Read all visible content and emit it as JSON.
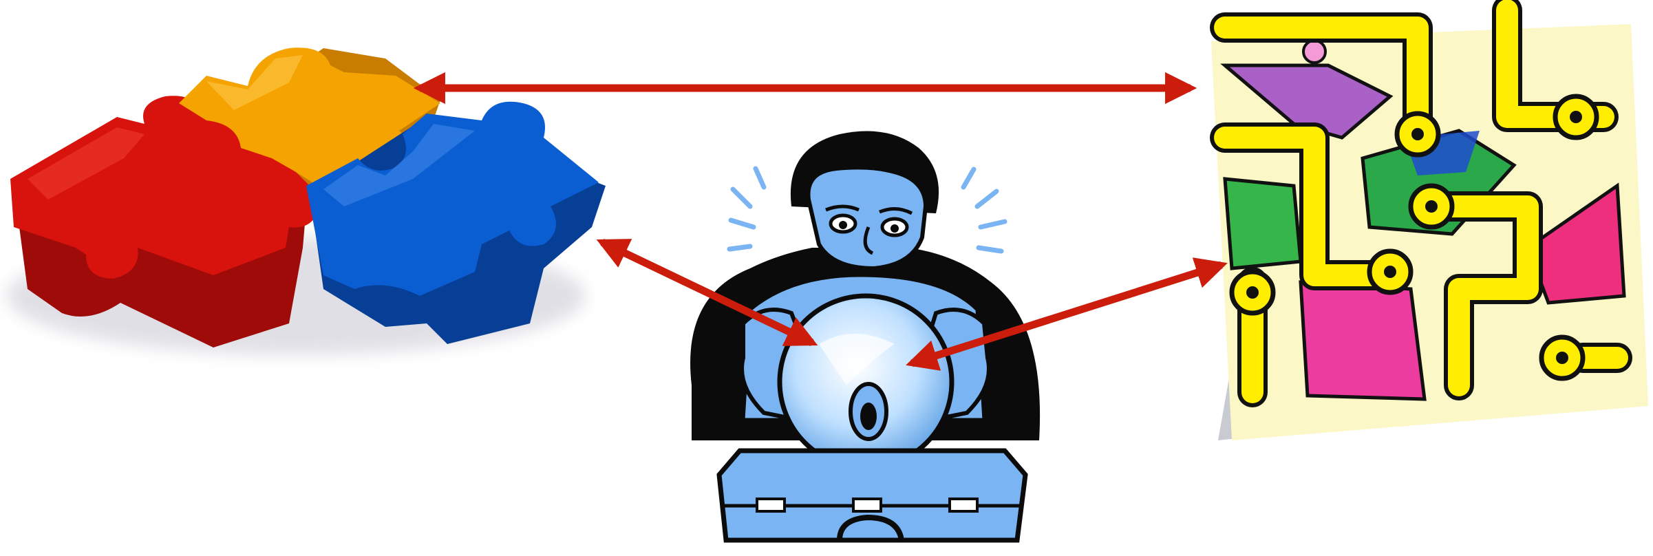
{
  "figures": {
    "puzzle": {
      "icon": "puzzle-pieces-icon",
      "colors": {
        "red": "#d8120d",
        "yellow": "#f5a300",
        "blue": "#0b5ed1"
      }
    },
    "fortune_teller": {
      "icon": "crystal-ball-fortune-teller-icon",
      "colors": {
        "skin_blue": "#7ab4f2",
        "ink": "#0b0b0b",
        "ball": "#bfe0ff"
      }
    },
    "maze": {
      "icon": "people-in-maze-pipes-icon",
      "colors": {
        "pipe_yellow": "#ffee00",
        "backdrop": "#fbf7c6",
        "shadow": "#c9cbd2"
      }
    }
  },
  "arrows": {
    "color": "#cc1c0c",
    "connections": [
      {
        "from": "puzzle",
        "to": "maze",
        "style": "double-headed"
      },
      {
        "from": "puzzle",
        "to": "fortune_teller",
        "style": "double-headed"
      },
      {
        "from": "maze",
        "to": "fortune_teller",
        "style": "double-headed"
      }
    ]
  }
}
